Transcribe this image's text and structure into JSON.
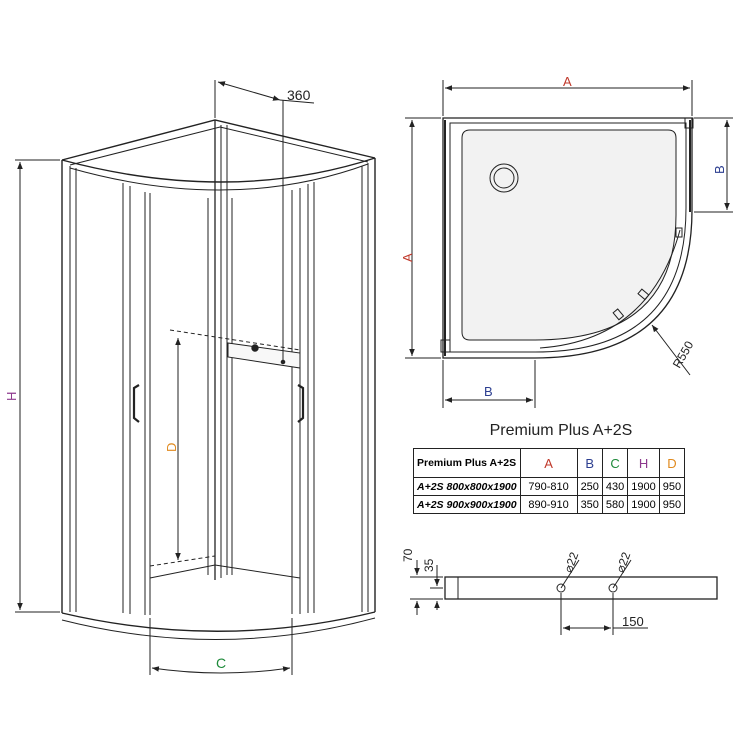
{
  "colors": {
    "A": "#c0392b",
    "B": "#2c3e90",
    "C": "#1e8a3a",
    "H": "#8e3a8e",
    "D": "#e08a1e",
    "line": "#222222",
    "fill": "#f4f4f4"
  },
  "perspective_view": {
    "dim_top": "360",
    "label_H": "H",
    "label_D": "D",
    "label_C": "C"
  },
  "plan_view": {
    "label_A_top": "A",
    "label_A_left": "A",
    "label_B_right": "B",
    "label_B_bottom": "B",
    "label_radius": "R550"
  },
  "table": {
    "title": "Premium Plus A+2S",
    "headers": [
      "Premium Plus A+2S",
      "A",
      "B",
      "C",
      "H",
      "D"
    ],
    "rows": [
      [
        "A+2S 800x800x1900",
        "790-810",
        "250",
        "430",
        "1900",
        "950"
      ],
      [
        "A+2S 900x900x1900",
        "890-910",
        "350",
        "580",
        "1900",
        "950"
      ]
    ]
  },
  "tray_side_view": {
    "dim_70": "70",
    "dim_35": "35",
    "diameter_1": "⌀22",
    "diameter_2": "⌀22",
    "dim_150": "150"
  }
}
